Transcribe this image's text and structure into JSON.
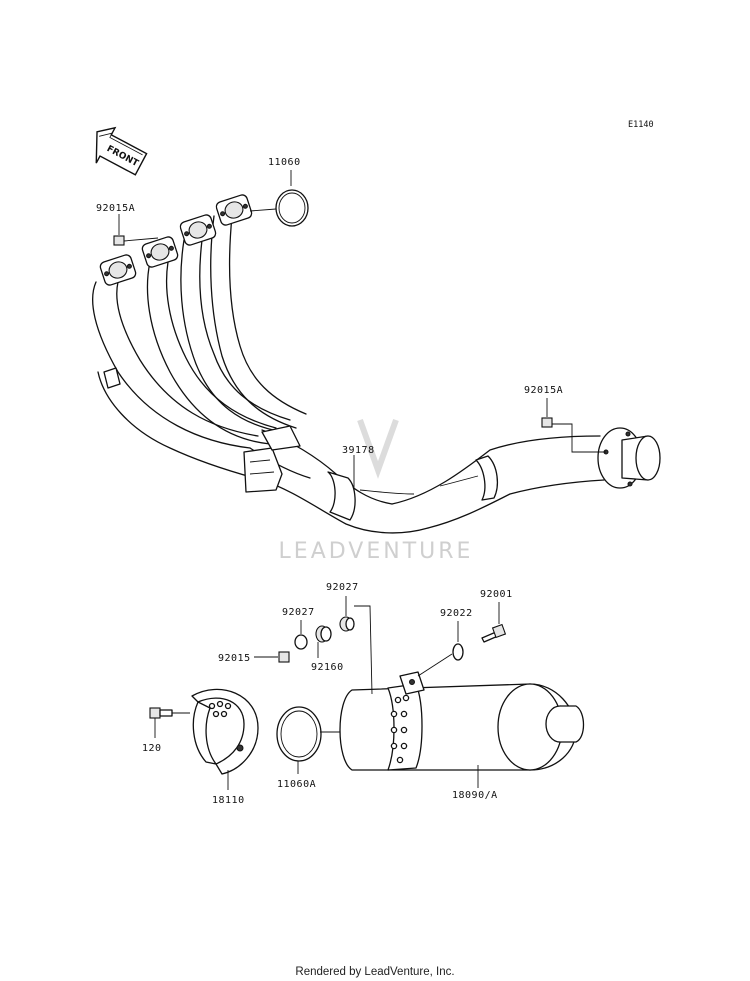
{
  "diagram": {
    "ref_code": "E1140",
    "front_arrow_label": "FRONT",
    "watermark": "LEADVENTURE",
    "credit": "Rendered by LeadVenture, Inc.",
    "parts": [
      {
        "id": "11060",
        "label": "11060"
      },
      {
        "id": "92015A-top",
        "label": "92015A"
      },
      {
        "id": "92015A-right",
        "label": "92015A"
      },
      {
        "id": "39178",
        "label": "39178"
      },
      {
        "id": "92027-a",
        "label": "92027"
      },
      {
        "id": "92027-b",
        "label": "92027"
      },
      {
        "id": "92022",
        "label": "92022"
      },
      {
        "id": "92001",
        "label": "92001"
      },
      {
        "id": "92015",
        "label": "92015"
      },
      {
        "id": "92160",
        "label": "92160"
      },
      {
        "id": "120",
        "label": "120"
      },
      {
        "id": "11060A",
        "label": "11060A"
      },
      {
        "id": "18110",
        "label": "18110"
      },
      {
        "id": "18090A",
        "label": "18090/A"
      }
    ]
  }
}
